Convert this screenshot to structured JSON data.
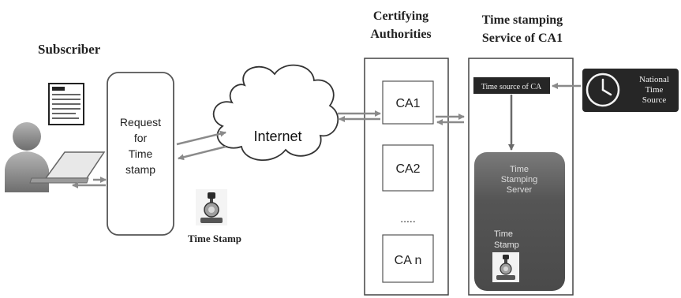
{
  "labels": {
    "subscriber": "Subscriber",
    "certifying_line1": "Certifying",
    "certifying_line2": "Authorities",
    "tss_line1": "Time stamping",
    "tss_line2": "Service of CA1",
    "request_line1": "Request",
    "request_line2": "for",
    "request_line3": "Time",
    "request_line4": "stamp",
    "internet": "Internet",
    "time_stamp": "Time Stamp",
    "ca1": "CA1",
    "ca2": "CA2",
    "ellipsis": ".....",
    "can": "CA n",
    "time_source_ca": "Time source of CA",
    "national_line1": "National",
    "national_line2": "Time",
    "national_line3": "Source",
    "server_line1": "Time",
    "server_line2": "Stamping",
    "server_line3": "Server",
    "server_stamp_line1": "Time",
    "server_stamp_line2": "Stamp"
  },
  "icons": {
    "document": "document-icon",
    "user": "user-icon",
    "laptop": "laptop-icon",
    "stamp": "stamp-icon",
    "clock": "clock-icon",
    "cloud": "cloud-icon"
  },
  "colors": {
    "arrow": "#8a8a8a",
    "box_stroke": "#555555",
    "server_fill": "#4e4e4e",
    "dark_box": "#262626",
    "user_gray": "#8c8c8c"
  }
}
